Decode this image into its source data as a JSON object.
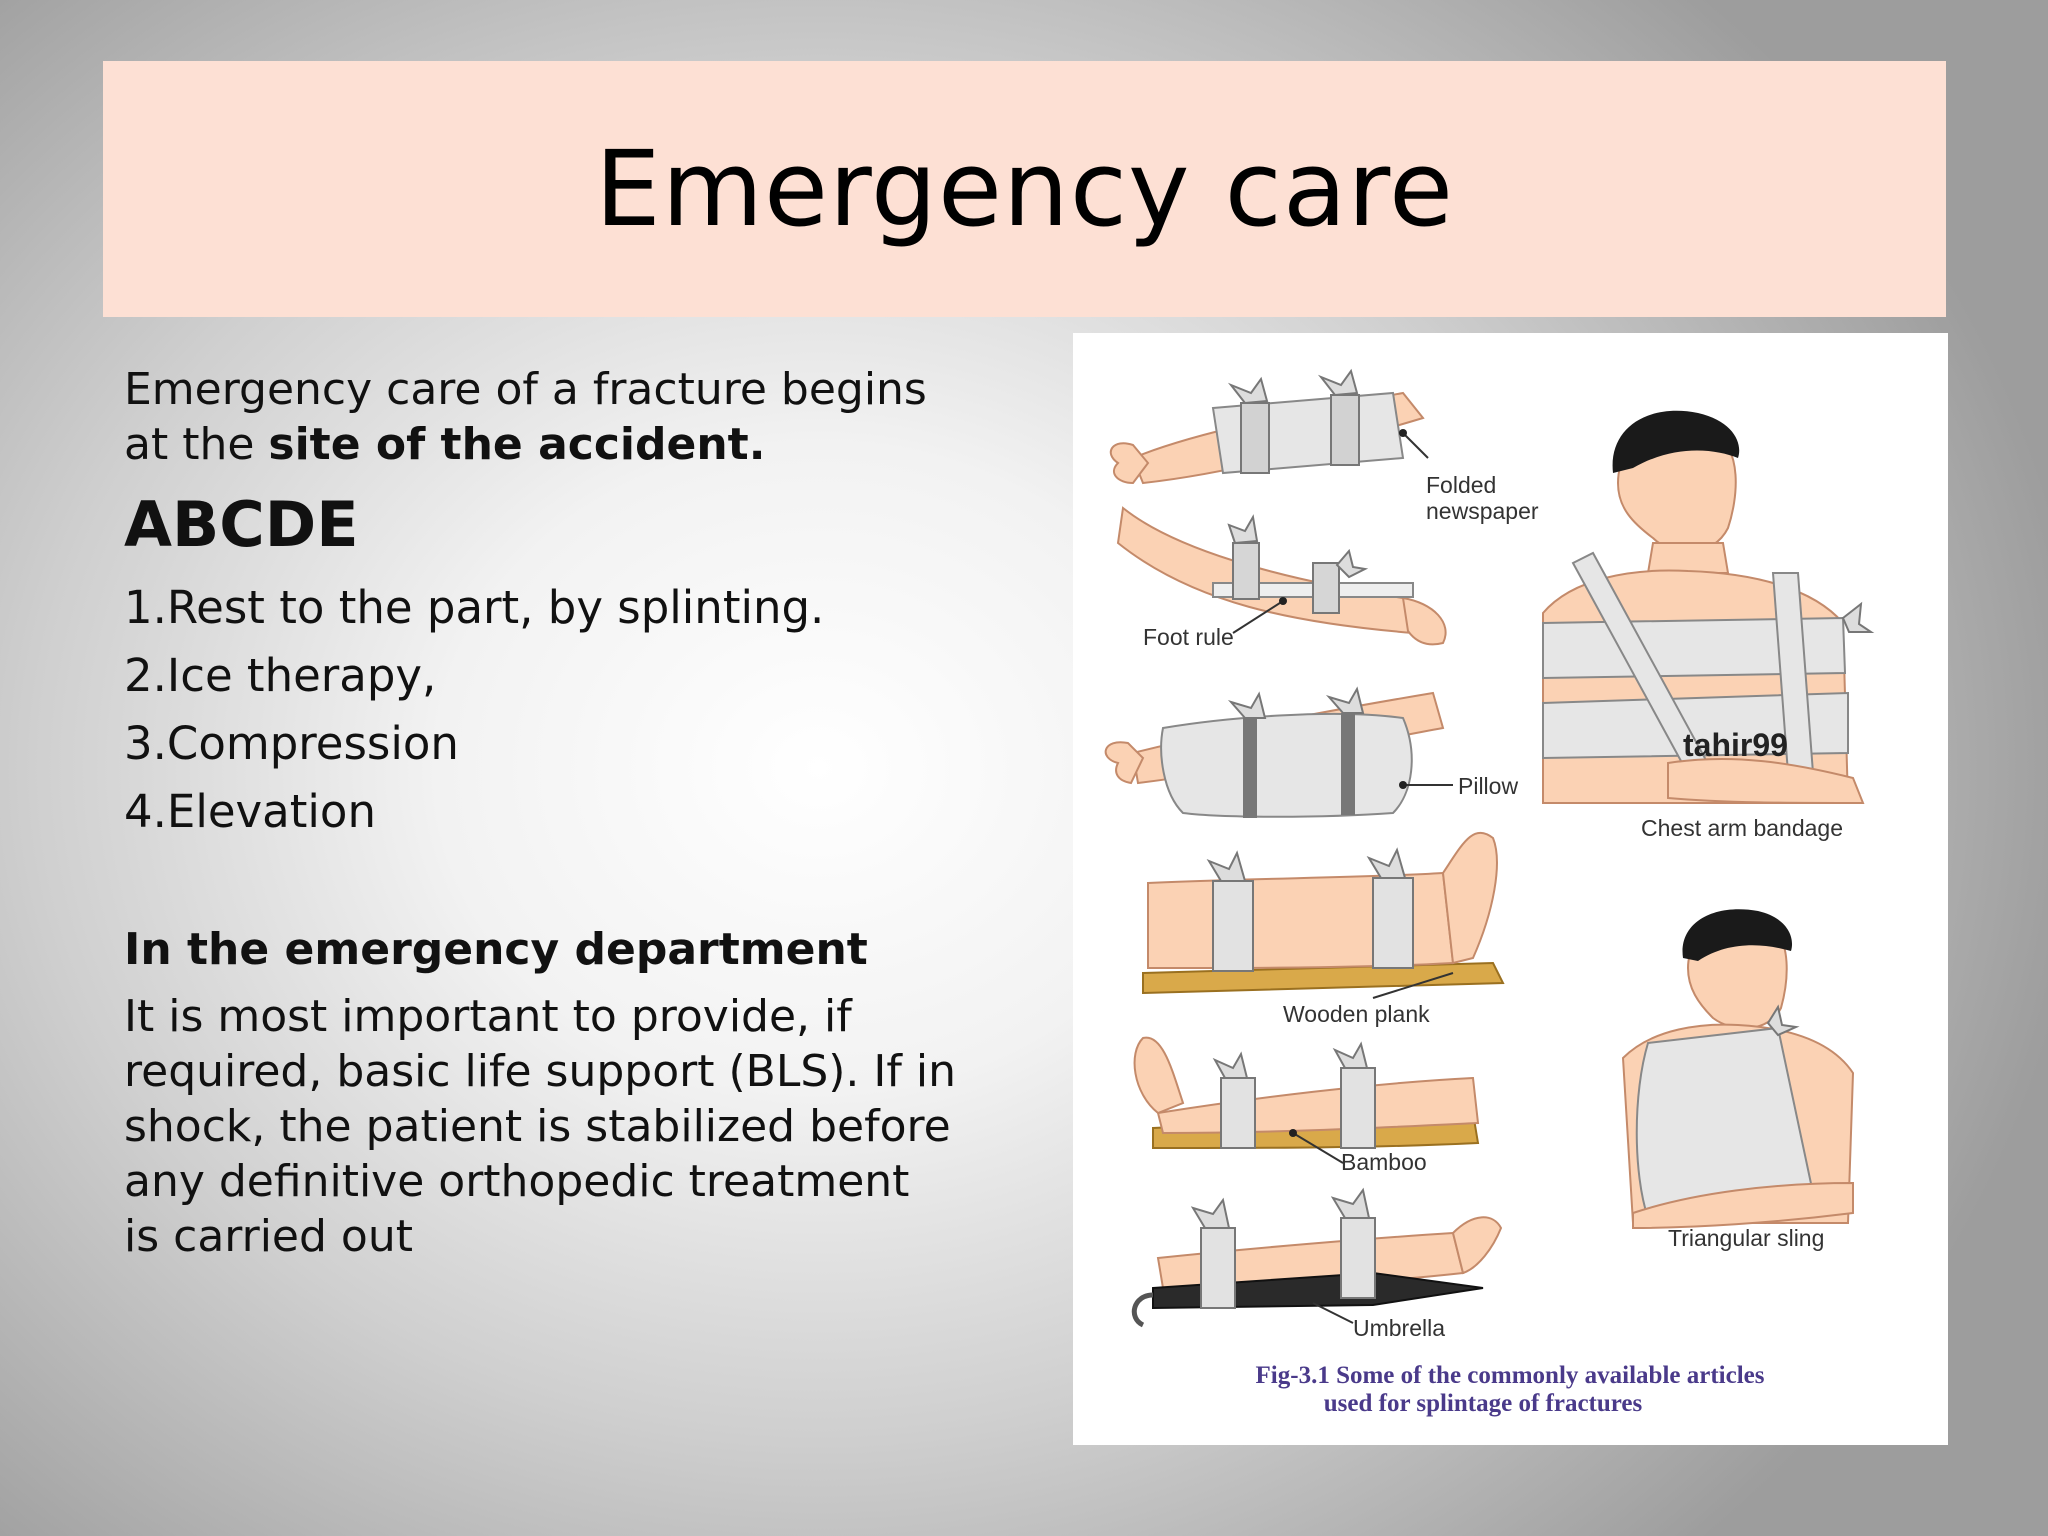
{
  "slide": {
    "title": "Emergency care",
    "intro_line1": "Emergency care of a fracture begins",
    "intro_line2_pre": "at the ",
    "intro_line2_bold": "site of the accident.",
    "abcde": "ABCDE",
    "steps": [
      "1.Rest to the part, by splinting.",
      "2.Ice therapy,",
      "3.Compression",
      "4.Elevation"
    ],
    "subheading": "In the emergency department",
    "paragraph_lines": [
      "It is most important to provide, if",
      "required, basic life support (BLS). If in",
      "shock, the patient is stabilized before",
      "any definitive orthopedic treatment",
      "is carried out"
    ]
  },
  "figure": {
    "labels": {
      "folded_newspaper_1": "Folded",
      "folded_newspaper_2": "newspaper",
      "foot_rule": "Foot rule",
      "pillow": "Pillow",
      "wooden_plank": "Wooden plank",
      "bamboo": "Bamboo",
      "umbrella": "Umbrella",
      "chest_arm_bandage": "Chest arm bandage",
      "triangular_sling": "Triangular sling"
    },
    "watermark": "tahir99",
    "caption_line1": "Fig-3.1 Some of the commonly available articles",
    "caption_line2": "used for splintage of fractures",
    "colors": {
      "skin": "#fbd2b4",
      "bandage": "#e6e6e6",
      "wood": "#d9a94a",
      "umbrella": "#2a2a2a",
      "hair": "#1a1a1a",
      "caption": "#4a3a8a"
    }
  }
}
